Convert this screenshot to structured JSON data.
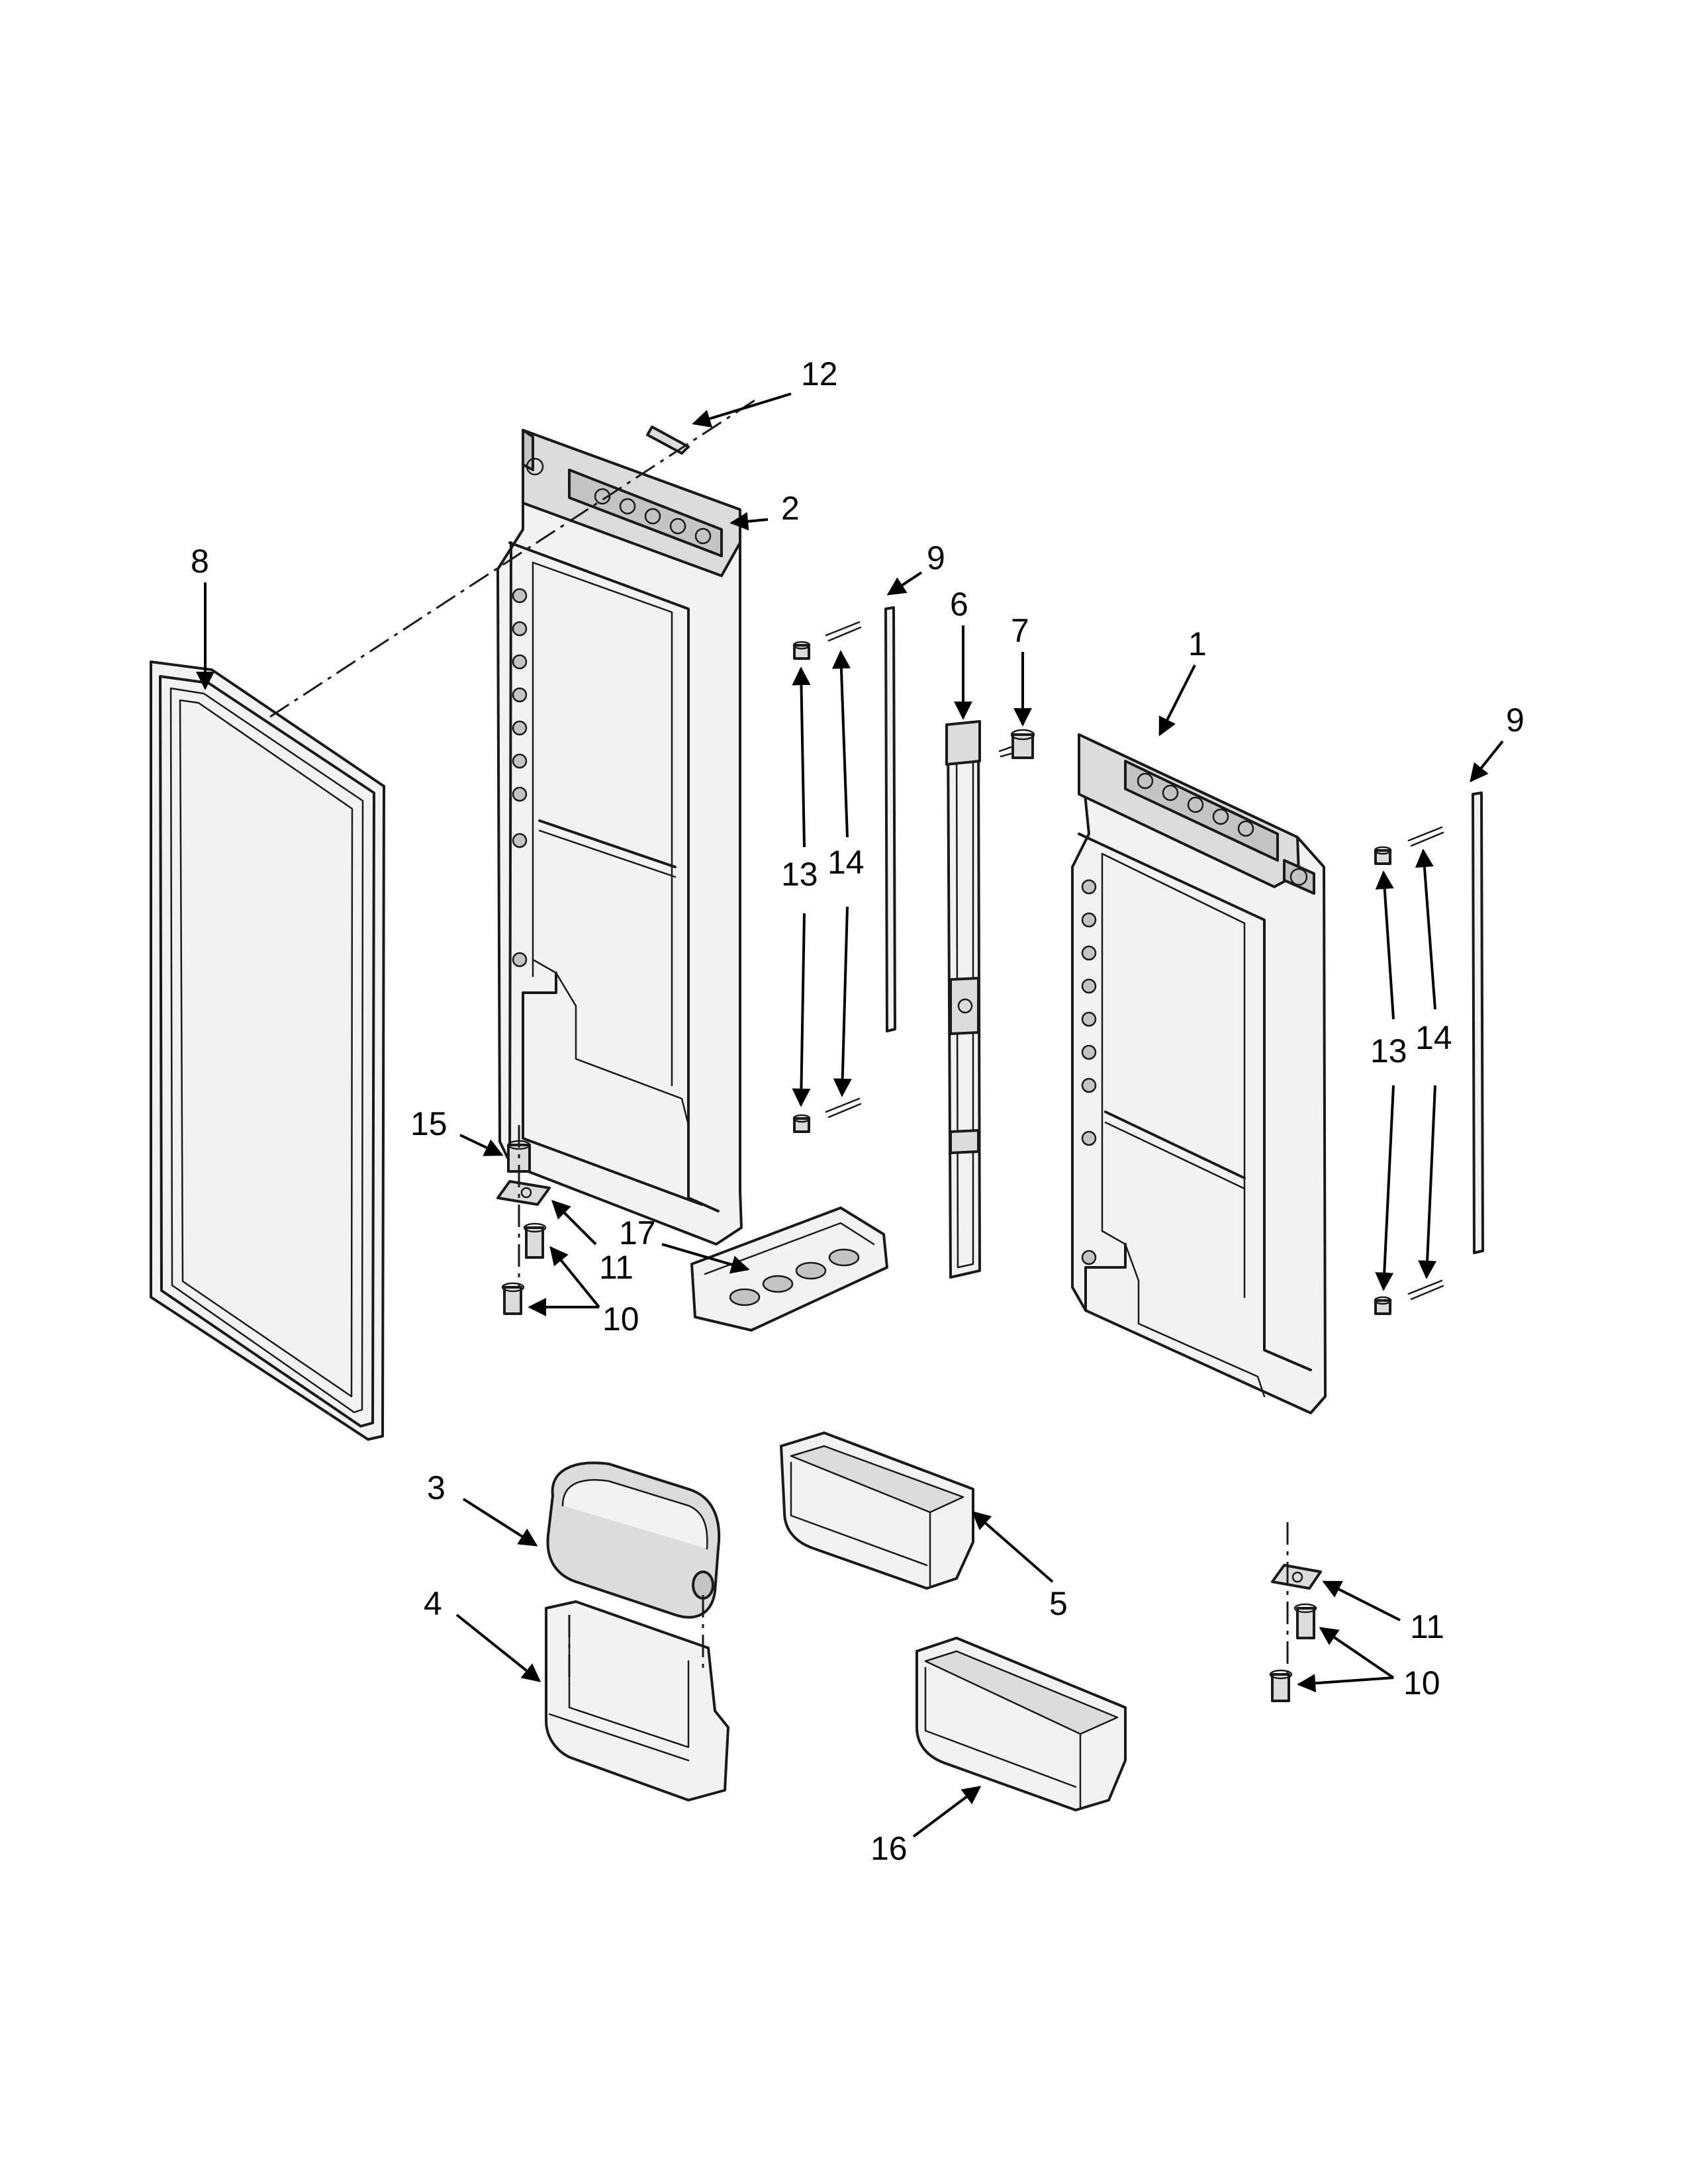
{
  "callouts": {
    "c1": "1",
    "c2": "2",
    "c3": "3",
    "c4": "4",
    "c5": "5",
    "c6": "6",
    "c7": "7",
    "c8": "8",
    "c9a": "9",
    "c9b": "9",
    "c10a": "10",
    "c10b": "10",
    "c11a": "11",
    "c11b": "11",
    "c12": "12",
    "c13a": "13",
    "c13b": "13",
    "c14a": "14",
    "c14b": "14",
    "c15": "15",
    "c16": "16",
    "c17": "17"
  }
}
